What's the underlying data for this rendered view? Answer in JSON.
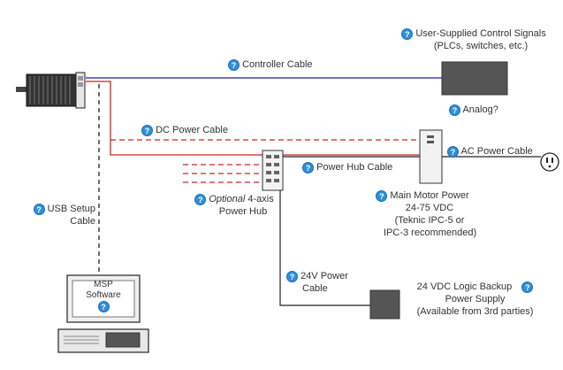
{
  "labels": {
    "controller_cable": "Controller Cable",
    "user_signals_1": "User-Supplied Control Signals",
    "user_signals_2": "(PLCs, switches, etc.)",
    "analog": "Analog?",
    "dc_power_cable": "DC Power Cable",
    "ac_power_cable": "AC Power Cable",
    "power_hub_cable": "Power Hub Cable",
    "optional": "Optional",
    "four_axis": "4-axis",
    "power_hub": "Power Hub",
    "main_motor_power": "Main Motor Power",
    "voltage": "24-75 VDC",
    "teknic_1": "(Teknic IPC-5 or",
    "teknic_2": "IPC-3 recommended)",
    "usb_setup": "USB Setup",
    "cable": "Cable",
    "v24_power": "24V Power",
    "cable2": "Cable",
    "logic_backup_1": "24 VDC Logic Backup",
    "logic_backup_2": "Power Supply",
    "logic_backup_3": "(Available from 3rd parties)",
    "msp": "MSP",
    "software": "Software"
  },
  "help_glyph": "?",
  "colors": {
    "controller_cable": "#1a1aa8",
    "power_cable": "#d22020",
    "help_icon": "#2f8fd8",
    "box_dark": "#555555"
  }
}
